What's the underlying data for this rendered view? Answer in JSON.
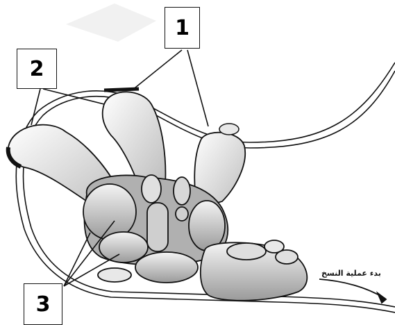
{
  "labels": {
    "one": "1",
    "two": "2",
    "three": "3"
  },
  "caption": "بدء عملية النسخ",
  "colors": {
    "outline": "#111111",
    "fill_light": "#f0f0f0",
    "fill_mid": "#c8c8c8",
    "fill_dark": "#3a3a3a"
  }
}
